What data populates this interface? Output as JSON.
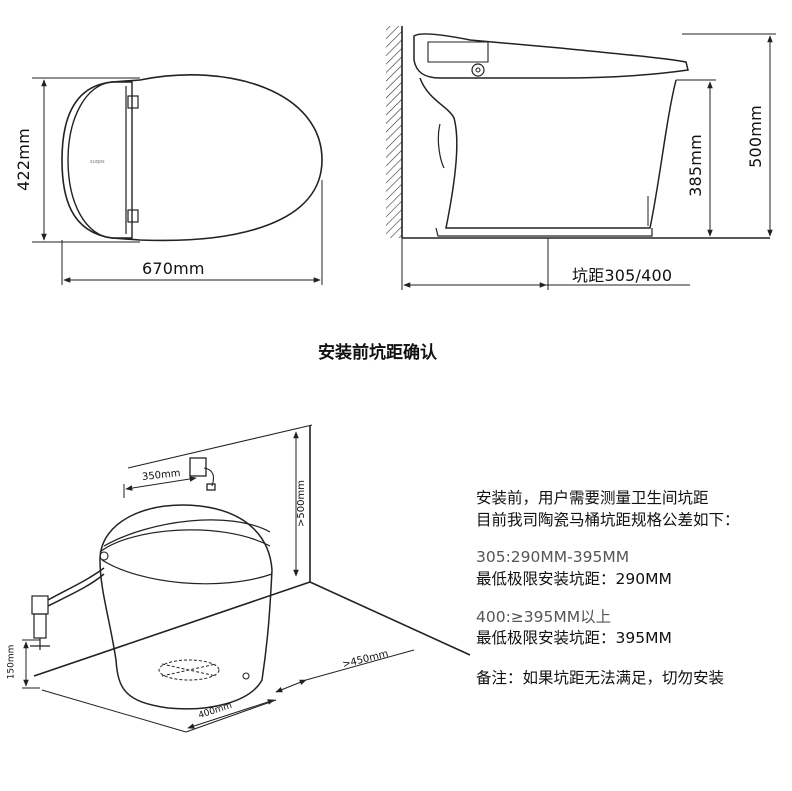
{
  "top_view": {
    "width_label": "670mm",
    "depth_label": "422mm",
    "logo_text": "suqos"
  },
  "side_view": {
    "height_label": "500mm",
    "outlet_height_label": "385mm",
    "pit_label": "坑距305/400"
  },
  "section_title": "安装前坑距确认",
  "iso_view": {
    "socket_distance": "350mm",
    "socket_height": ">500mm",
    "side_clearance": ">450mm",
    "front_width": "400mm",
    "valve_height": "150mm"
  },
  "notes": {
    "intro_line1": "安装前，用户需要测量卫生间坑距",
    "intro_line2": "目前我司陶瓷马桶坑距规格公差如下：",
    "spec_a_range": "305:290MM-395MM",
    "spec_a_min": "最低极限安装坑距：290MM",
    "spec_b_range": "400:≥395MM以上",
    "spec_b_min": "最低极限安装坑距：395MM",
    "remark": "备注：如果坑距无法满足，切勿安装"
  }
}
